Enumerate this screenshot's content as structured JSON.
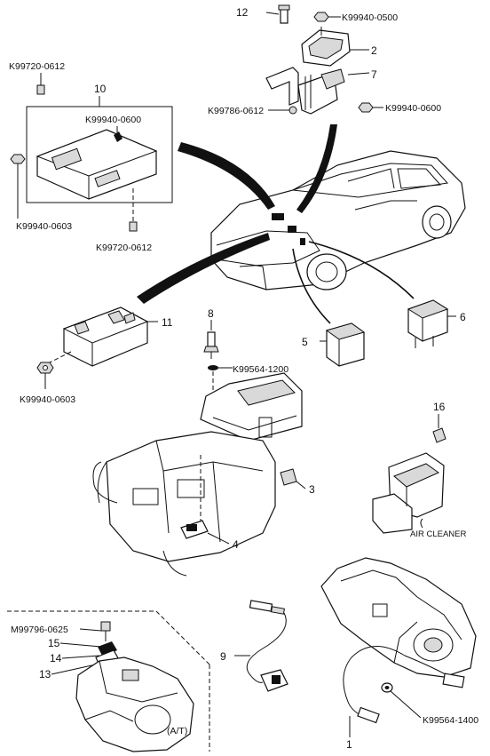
{
  "labels": {
    "p_k99940_0500": "K99940-0500",
    "p_k99720_0612_top": "K99720-0612",
    "p_k99940_0600_ecu": "K99940-0600",
    "p_k99786_0612": "K99786-0612",
    "p_k99940_0600_right": "K99940-0600",
    "p_k99940_0603_left": "K99940-0603",
    "p_k99720_0612_bottom": "K99720-0612",
    "p_k99564_1200": "K99564-1200",
    "p_k99940_0603_box": "K99940-0603",
    "p_m99796_0625": "M99796-0625",
    "p_k99564_1400": "K99564-1400",
    "air_cleaner": "AIR CLEANER",
    "at_label": "(A/T)"
  },
  "callouts": {
    "n1": "1",
    "n2": "2",
    "n3": "3",
    "n4": "4",
    "n5": "5",
    "n6": "6",
    "n7": "7",
    "n8": "8",
    "n9": "9",
    "n10": "10",
    "n11": "11",
    "n12": "12",
    "n13": "13",
    "n14": "14",
    "n15": "15",
    "n16": "16"
  }
}
